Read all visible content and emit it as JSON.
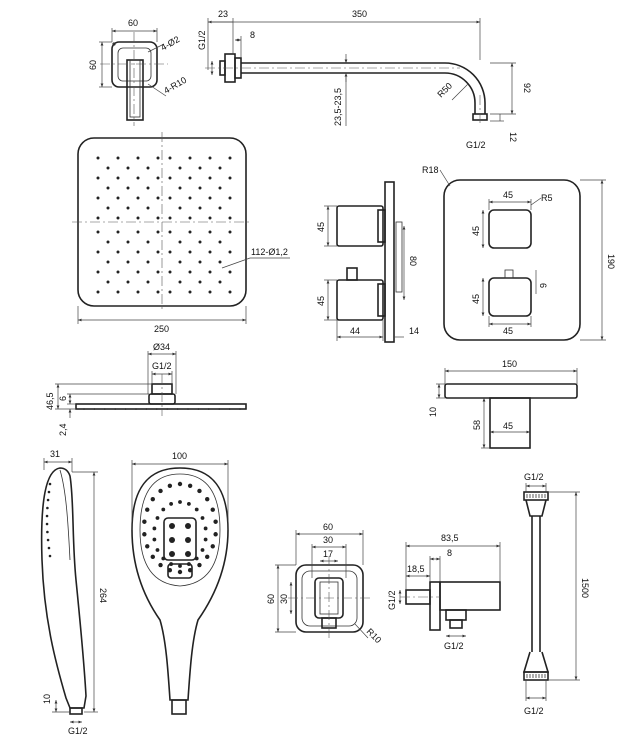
{
  "dimensions": {
    "wall_arm": {
      "offset": "23",
      "length": "350",
      "flange": "8",
      "thread": "G1/2",
      "diameter": "23,5-23,5",
      "bend_radius": "R50",
      "drop": "92",
      "end_thread": "G1/2",
      "end_height": "12"
    },
    "wall_plate_small": {
      "width": "60",
      "height": "60",
      "holes": "4-Ø2",
      "corner_radius": "4-R10"
    },
    "shower_head": {
      "width": "250",
      "nozzles": "112-Ø1,2"
    },
    "shower_head_side": {
      "connector_diameter": "Ø34",
      "thread": "G1/2",
      "total_height": "46,5",
      "neck": "6",
      "plate_thickness": "2,4"
    },
    "mixer_side": {
      "knob_upper": "45",
      "knob_lower": "45",
      "spacing": "80",
      "knob_depth": "44",
      "plate_depth": "14"
    },
    "mixer_front": {
      "corner_radius": "R18",
      "knob_top": "45",
      "knob_radius": "R5",
      "knob_height_upper": "45",
      "knob_height_lower": "45",
      "knob_bottom": "45",
      "indicator": "6",
      "height": "190"
    },
    "spout": {
      "width": "150",
      "thickness": "10",
      "depth": "58",
      "body_width": "45"
    },
    "hand_shower_side": {
      "width": "31",
      "length": "264",
      "end": "10",
      "thread": "G1/2"
    },
    "hand_shower_front": {
      "width": "100"
    },
    "outlet_front": {
      "width": "60",
      "inner": "30",
      "slot": "17",
      "height": "60",
      "inner_height": "30",
      "radius": "R10"
    },
    "outlet_side": {
      "length": "83,5",
      "inner": "8",
      "offset": "18,5",
      "thread_left": "G1/2",
      "thread_bottom": "G1/2"
    },
    "hose": {
      "thread_top": "G1/2",
      "length": "1500",
      "thread_bottom": "G1/2"
    }
  }
}
